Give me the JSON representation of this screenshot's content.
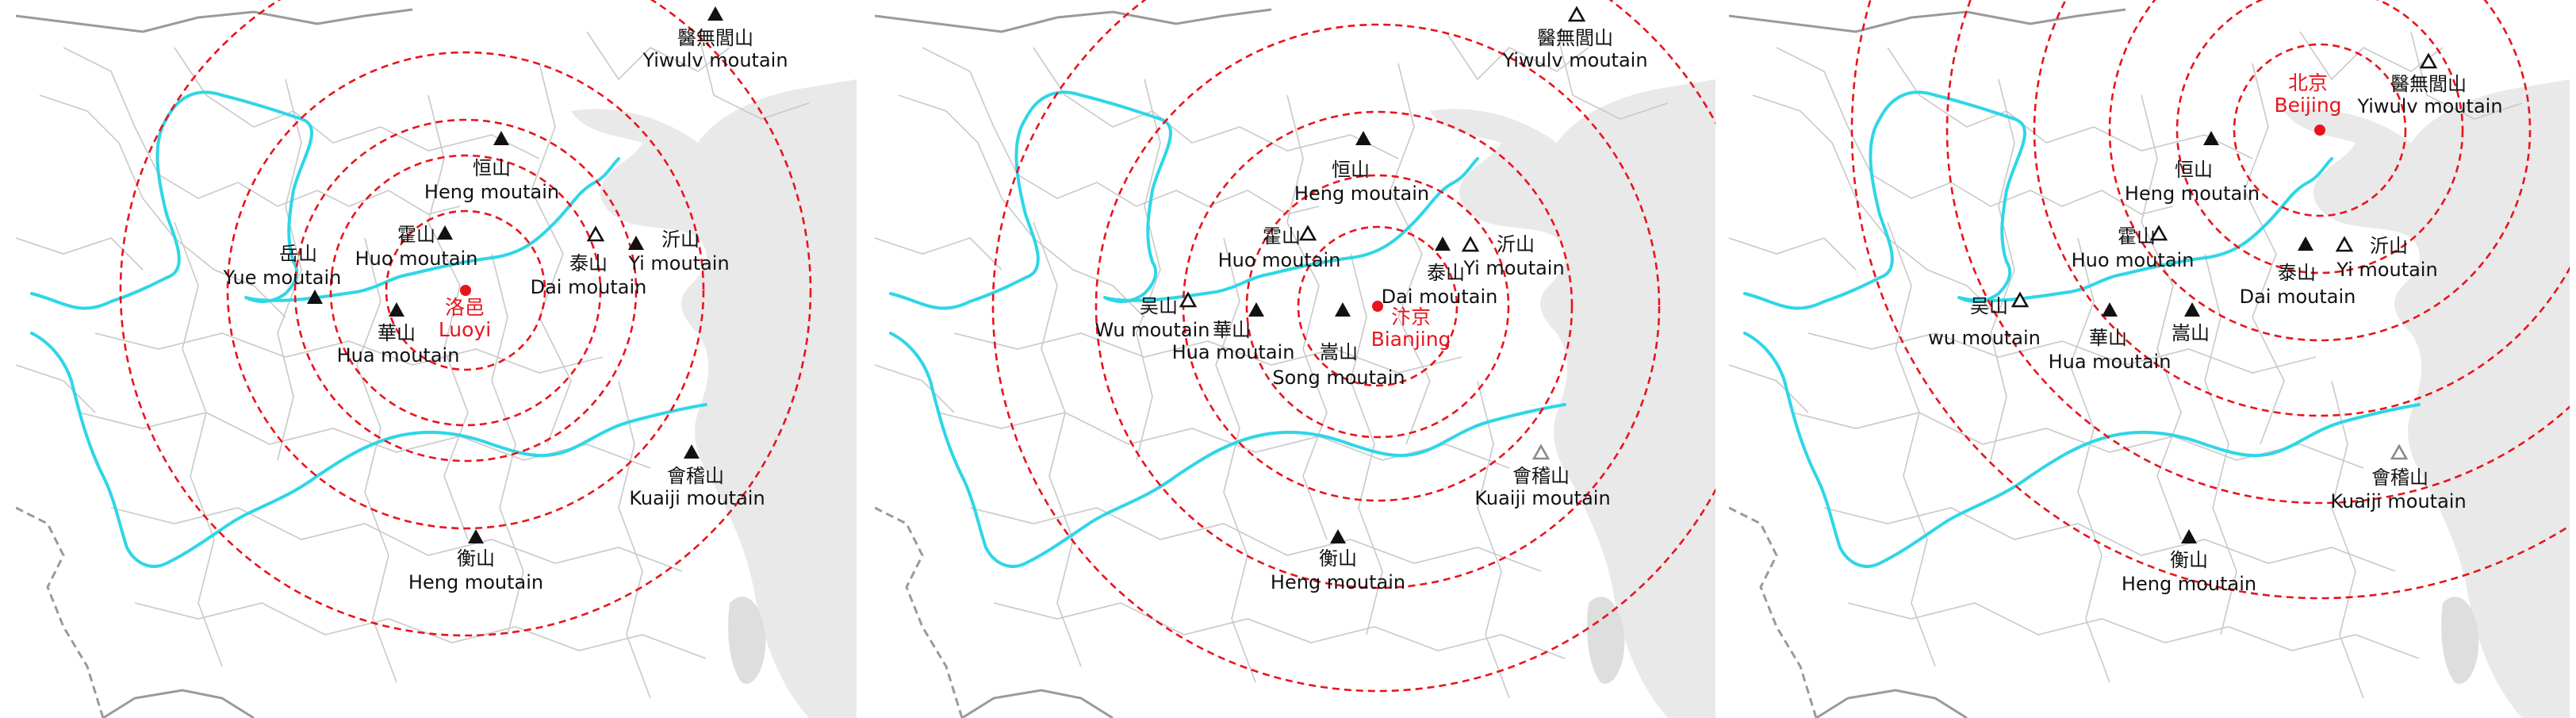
{
  "colors": {
    "ring": "#e8141c",
    "river": "#2fd6e6",
    "sea": "#e9e9ea",
    "province_border": "#c9c9c9",
    "national_border": "#9a9a9a",
    "capital": "#e8141c",
    "mountain": "#111111"
  },
  "panels": [
    {
      "capital": {
        "zh": "洛邑",
        "en": "Luoyi"
      },
      "mountains": [
        {
          "zh": "醫無閭山",
          "en": "Yiwulv moutain",
          "marker": "solid"
        },
        {
          "zh": "恒山",
          "en": "Heng moutain",
          "marker": "solid"
        },
        {
          "zh": "霍山",
          "en": "Huo moutain",
          "marker": "solid"
        },
        {
          "zh": "岳山",
          "en": "Yue moutain",
          "marker": "solid"
        },
        {
          "zh": "泰山",
          "en": "Dai moutain",
          "marker": "open"
        },
        {
          "zh": "沂山",
          "en": "Yi moutain",
          "marker": "solid"
        },
        {
          "zh": "華山",
          "en": "Hua moutain",
          "marker": "solid"
        },
        {
          "zh": "會稽山",
          "en": "Kuaiji moutain",
          "marker": "solid"
        },
        {
          "zh": "衡山",
          "en": "Heng moutain",
          "marker": "solid"
        }
      ]
    },
    {
      "capital": {
        "zh": "汴京",
        "en": "Bianjing"
      },
      "mountains": [
        {
          "zh": "醫無閭山",
          "en": "Yiwulv moutain",
          "marker": "open"
        },
        {
          "zh": "恒山",
          "en": "Heng moutain",
          "marker": "solid"
        },
        {
          "zh": "霍山",
          "en": "Huo moutain",
          "marker": "open"
        },
        {
          "zh": "泰山",
          "en": "Dai moutain",
          "marker": "solid"
        },
        {
          "zh": "沂山",
          "en": "Yi moutain",
          "marker": "open"
        },
        {
          "zh": "吴山",
          "en": "Wu moutain",
          "marker": "open"
        },
        {
          "zh": "華山",
          "en": "Hua moutain",
          "marker": "solid"
        },
        {
          "zh": "嵩山",
          "en": "Song moutain",
          "marker": "solid"
        },
        {
          "zh": "會稽山",
          "en": "Kuaiji moutain",
          "marker": "grey"
        },
        {
          "zh": "衡山",
          "en": "Heng moutain",
          "marker": "solid"
        }
      ]
    },
    {
      "capital": {
        "zh": "北京",
        "en": "Beijing"
      },
      "mountains": [
        {
          "zh": "醫無閭山",
          "en": "Yiwulv moutain",
          "marker": "open"
        },
        {
          "zh": "恒山",
          "en": "Heng moutain",
          "marker": "solid"
        },
        {
          "zh": "霍山",
          "en": "Huo moutain",
          "marker": "open"
        },
        {
          "zh": "泰山",
          "en": "Dai moutain",
          "marker": "solid"
        },
        {
          "zh": "沂山",
          "en": "Yi moutain",
          "marker": "open"
        },
        {
          "zh": "吴山",
          "en": "wu moutain",
          "marker": "open"
        },
        {
          "zh": "華山",
          "en": "Hua moutain",
          "marker": "solid"
        },
        {
          "zh": "嵩山",
          "en": "",
          "marker": "solid"
        },
        {
          "zh": "會稽山",
          "en": "Kuaiji moutain",
          "marker": "grey"
        },
        {
          "zh": "衡山",
          "en": "Heng moutain",
          "marker": "solid"
        }
      ]
    }
  ]
}
